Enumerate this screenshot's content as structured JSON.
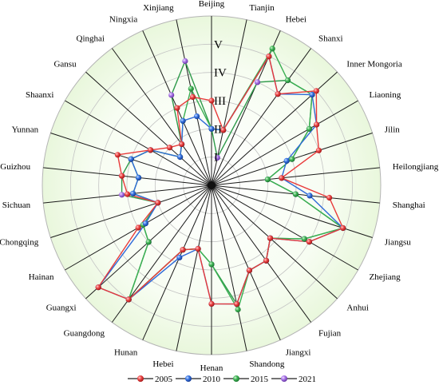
{
  "chart_data": {
    "type": "radar",
    "categories": [
      "Beijing",
      "Tianjin",
      "Hebei",
      "Shanxi",
      "Inner Mongoria",
      "Liaoning",
      "Jilin",
      "Heilongjiang",
      "Shanghai",
      "Jiangsu",
      "Zhejiang",
      "Anhui",
      "Fujian",
      "Jiangxi",
      "Shandong",
      "Henan",
      "Hebei",
      "Hunan",
      "Guangdong",
      "Guangxi",
      "Hainan",
      "Chongqing",
      "Sichuan",
      "Guizhou",
      "Yunnan",
      "Shaanxi",
      "Gansu",
      "Qinghai",
      "Ningxia",
      "Xinjiang"
    ],
    "ring_labels": [
      "I",
      "II",
      "III",
      "IV",
      "V"
    ],
    "rlim": [
      0,
      6
    ],
    "series": [
      {
        "name": "2005",
        "color": "#e83a3a",
        "values": [
          3.0,
          2.0,
          5.0,
          4.0,
          5.0,
          4.3,
          4.0,
          2.5,
          4.2,
          4.9,
          4.0,
          2.8,
          3.3,
          3.3,
          4.3,
          4.2,
          2.3,
          2.5,
          5.0,
          5.4,
          3.0,
          2.0,
          3.0,
          3.2,
          3.5,
          2.5,
          2.0,
          1.8,
          3.0,
          3.2
        ]
      },
      {
        "name": "2010",
        "color": "#2f6ad8",
        "values": [
          2.0,
          2.0,
          5.0,
          4.0,
          4.8,
          4.3,
          2.8,
          2.5,
          3.5,
          4.9,
          4.0,
          2.8,
          3.3,
          3.3,
          4.3,
          4.2,
          2.3,
          2.8,
          5.0,
          5.4,
          2.7,
          2.0,
          2.8,
          2.6,
          3.0,
          2.5,
          1.5,
          1.8,
          2.5,
          2.5
        ]
      },
      {
        "name": "2015",
        "color": "#3aae52",
        "values": [
          2.0,
          2.0,
          5.3,
          4.6,
          4.8,
          4.0,
          3.0,
          2.0,
          3.0,
          4.9,
          3.8,
          2.8,
          3.3,
          3.3,
          4.5,
          2.8,
          2.3,
          2.5,
          5.0,
          3.0,
          2.8,
          2.0,
          2.8,
          2.6,
          3.0,
          2.5,
          1.5,
          1.8,
          2.5,
          3.5
        ]
      },
      {
        "name": "2021",
        "color": "#a56ee0",
        "values": [
          2.0,
          1.0,
          4.0,
          4.6,
          4.8,
          4.0,
          3.0,
          2.0,
          3.0,
          4.9,
          3.8,
          2.8,
          3.3,
          3.3,
          4.3,
          2.8,
          2.3,
          2.5,
          5.0,
          3.0,
          2.8,
          2.0,
          3.2,
          3.2,
          3.0,
          2.5,
          1.5,
          1.8,
          3.5,
          4.5
        ]
      }
    ]
  }
}
